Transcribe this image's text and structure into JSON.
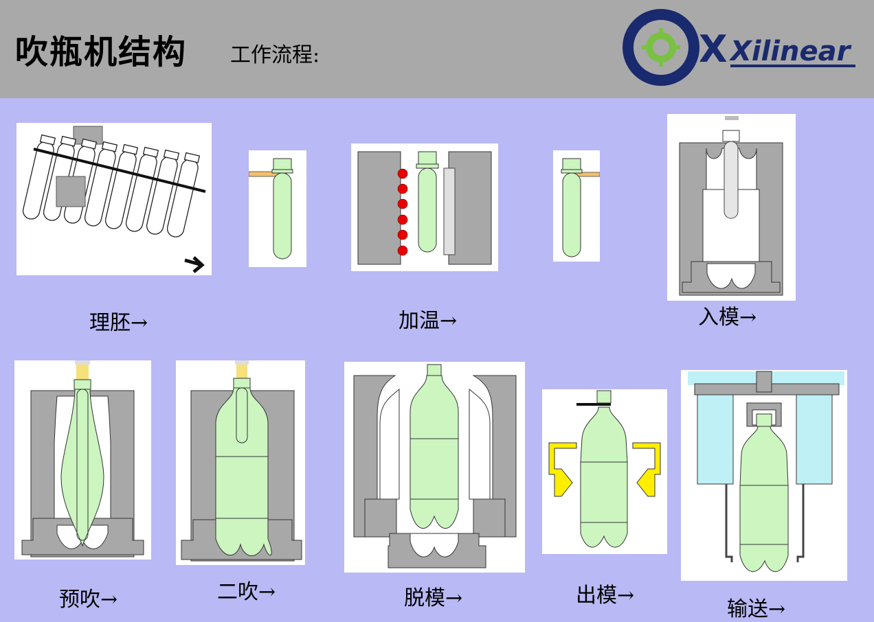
{
  "header": {
    "title": "吹瓶机结构",
    "subtitle": "工作流程:",
    "logo_text": "Xilinear"
  },
  "steps": [
    {
      "label": "理胚→"
    },
    {
      "label": "加温→"
    },
    {
      "label": "入模→"
    },
    {
      "label": "预吹→"
    },
    {
      "label": "二吹→"
    },
    {
      "label": "脱模→"
    },
    {
      "label": "出模→"
    },
    {
      "label": "输送→"
    }
  ],
  "colors": {
    "background": "#b9b9f5",
    "header": "#a9a9a9",
    "mold_gray": "#a8a8a8",
    "bottle_green": "#ccf5c0",
    "heater_red": "#e80000",
    "arrow_yellow": "#ffee00",
    "water_blue": "#bff0f5",
    "logo_navy": "#1a2a6e"
  }
}
